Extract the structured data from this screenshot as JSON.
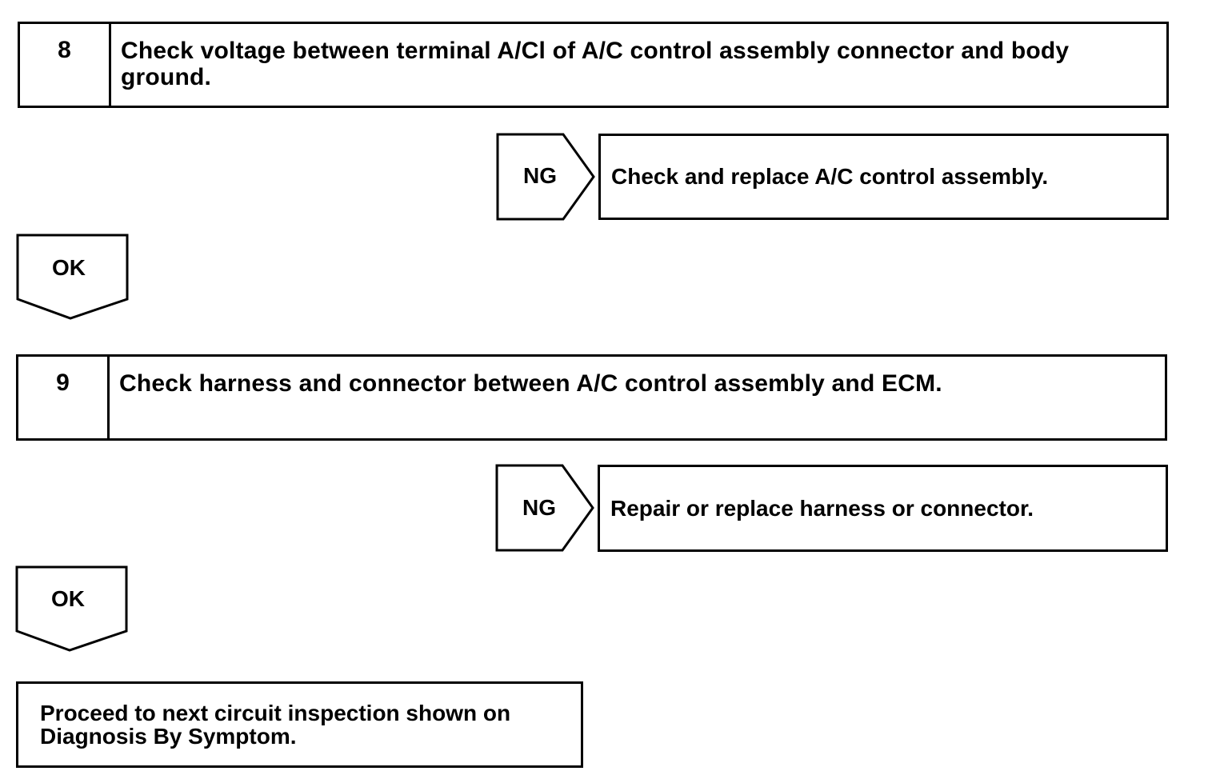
{
  "steps": [
    {
      "number": "8",
      "text": "Check voltage between terminal A/Cl of A/C control assembly connector and body ground.",
      "ng_label": "NG",
      "ng_action": "Check and replace A/C control assembly.",
      "ok_label": "OK"
    },
    {
      "number": "9",
      "text": "Check harness and connector between A/C control assembly and ECM.",
      "ng_label": "NG",
      "ng_action": "Repair or replace harness or connector.",
      "ok_label": "OK"
    }
  ],
  "final": {
    "text": "Proceed to next circuit inspection shown on Diagnosis By Symptom."
  }
}
